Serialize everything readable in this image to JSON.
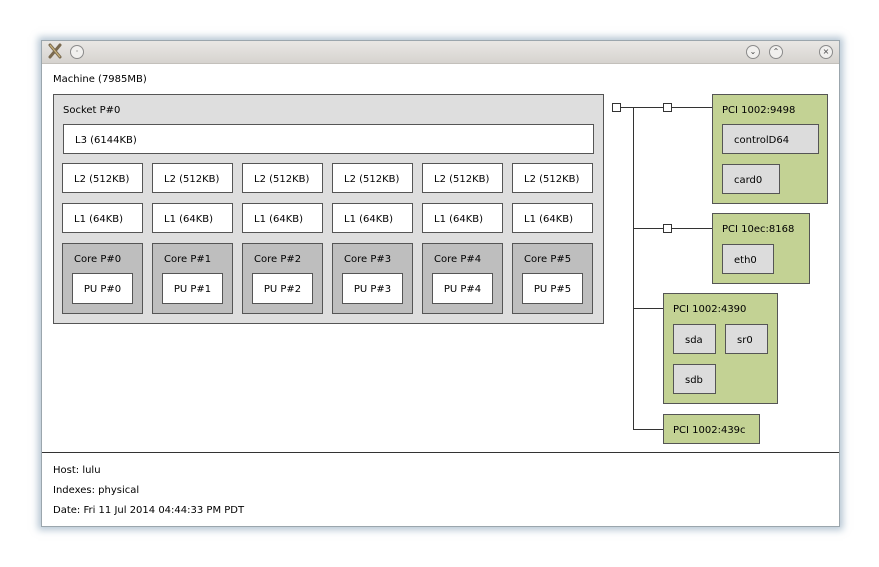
{
  "window": {
    "title_icon": "x-icon",
    "buttons": [
      "minimize",
      "maximize",
      "close"
    ]
  },
  "machine": {
    "label": "Machine (7985MB)"
  },
  "socket": {
    "label": "Socket P#0",
    "l3": "L3 (6144KB)",
    "l2": [
      "L2 (512KB)",
      "L2 (512KB)",
      "L2 (512KB)",
      "L2 (512KB)",
      "L2 (512KB)",
      "L2 (512KB)"
    ],
    "l1": [
      "L1 (64KB)",
      "L1 (64KB)",
      "L1 (64KB)",
      "L1 (64KB)",
      "L1 (64KB)",
      "L1 (64KB)"
    ],
    "cores": [
      {
        "label": "Core P#0",
        "pu": "PU P#0"
      },
      {
        "label": "Core P#1",
        "pu": "PU P#1"
      },
      {
        "label": "Core P#2",
        "pu": "PU P#2"
      },
      {
        "label": "Core P#3",
        "pu": "PU P#3"
      },
      {
        "label": "Core P#4",
        "pu": "PU P#4"
      },
      {
        "label": "Core P#5",
        "pu": "PU P#5"
      }
    ]
  },
  "pci": [
    {
      "label": "PCI 1002:9498",
      "devices": [
        "controlD64",
        "card0"
      ]
    },
    {
      "label": "PCI 10ec:8168",
      "devices": [
        "eth0"
      ]
    },
    {
      "label": "PCI 1002:4390",
      "devices": [
        "sda",
        "sr0",
        "sdb"
      ]
    },
    {
      "label": "PCI 1002:439c",
      "devices": []
    }
  ],
  "footer": {
    "host": "Host: lulu",
    "indexes": "Indexes: physical",
    "date": "Date: Fri 11 Jul 2014 04:44:33 PM PDT"
  },
  "colors": {
    "pci_bg": "#c3d294",
    "socket_bg": "#dedede",
    "core_bg": "#bebebe",
    "device_bg": "#dcdcdc"
  }
}
